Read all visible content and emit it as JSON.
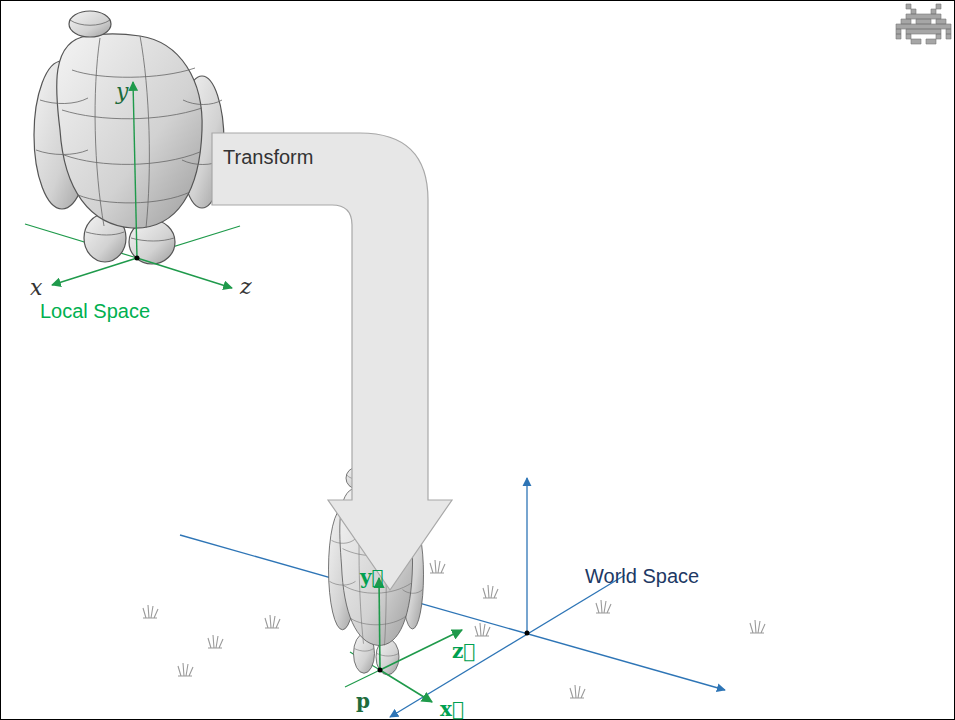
{
  "diagram": {
    "nodes": [
      {
        "text": [
          "Transform"
        ]
      }
    ],
    "labels": [
      "y",
      "x",
      "z",
      "Local Space",
      "World Space",
      "y⃗",
      "z⃗",
      "x⃗",
      "p"
    ]
  }
}
